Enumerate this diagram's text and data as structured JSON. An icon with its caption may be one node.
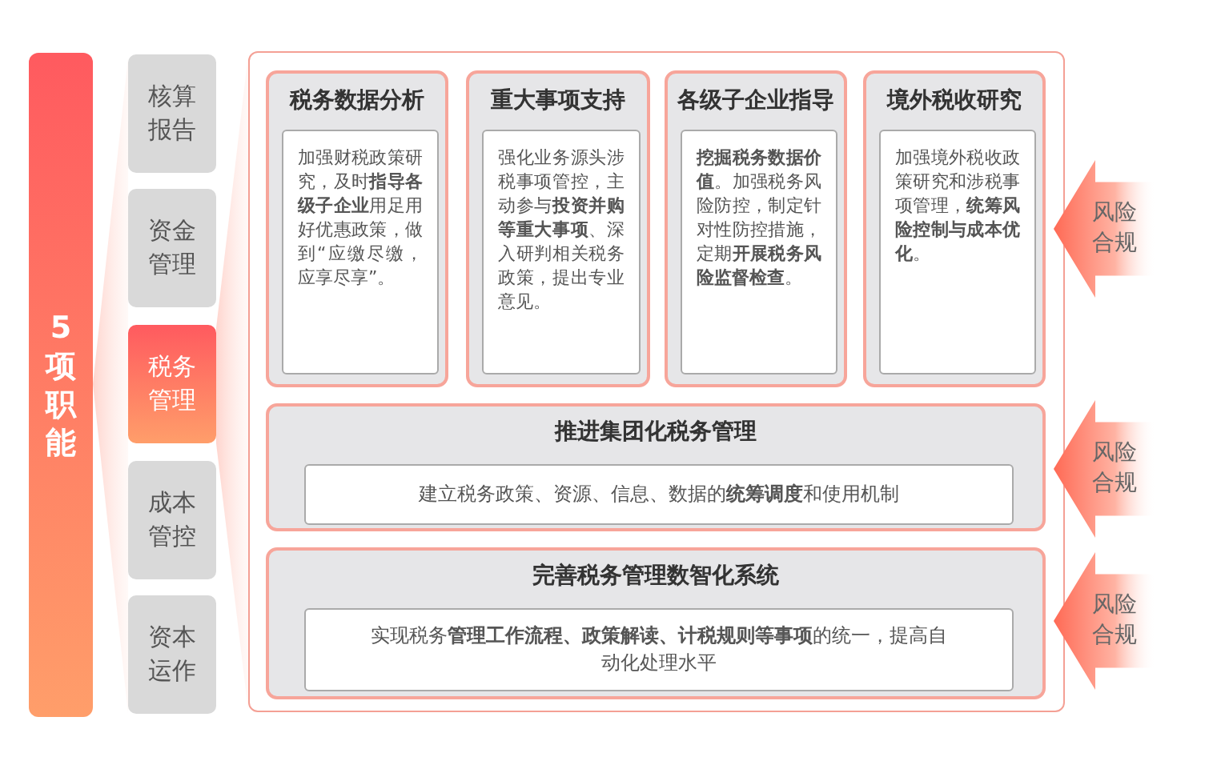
{
  "diagram": {
    "nodes": [
      {
        "text": [
          "5项职能"
        ]
      },
      {
        "text": [
          "核算报告"
        ]
      },
      {
        "text": [
          "资金管理"
        ]
      },
      {
        "text": [
          "税务管理"
        ]
      },
      {
        "text": [
          "成本管控"
        ]
      },
      {
        "text": [
          "资本运作"
        ]
      },
      {
        "text": [],
        "shape": "box"
      },
      {
        "text": [
          "税务数据分析"
        ],
        "in": 6
      },
      {
        "text": [
          "加强财税政策研究，及时**指导各级子企业**用足用好优惠政策，做到“应缴尽缴，应享尽享”。"
        ],
        "in": 7
      },
      {
        "text": [
          "重大事项支持"
        ],
        "in": 6
      },
      {
        "text": [
          "强化业务源头涉税事项管控，主动参与**投资并购等重大事项**、深入研判相关税务政策，提出专业意见。"
        ],
        "in": 9
      },
      {
        "text": [
          "各级子企业指导"
        ],
        "in": 6
      },
      {
        "text": [
          "**挖掘税务数据价值**。加强税务风险防控，制定针对性防控措施，定期**开展税务风险监督检查**。"
        ],
        "in": 11
      },
      {
        "text": [
          "境外税收研究"
        ],
        "in": 6
      },
      {
        "text": [
          "加强境外税收政策研究和涉税事项管理，**统筹风险控制与成本优化**。"
        ],
        "in": 13
      },
      {
        "text": [
          "推进集团化税务管理"
        ],
        "in": 6
      },
      {
        "text": [
          "建立税务政策、资源、信息、数据的**统筹调度**和使用机制"
        ],
        "in": 15
      },
      {
        "text": [
          "完善税务管理数智化系统"
        ],
        "in": 6
      },
      {
        "text": [
          "实现税务**管理工作流程、政策解读、计税规则等事项**的统一，提高自动化处理水平"
        ],
        "in": 17
      },
      {
        "text": [
          "风险合规"
        ]
      },
      {
        "text": [
          "风险合规"
        ]
      },
      {
        "text": [
          "风险合规"
        ]
      }
    ]
  }
}
